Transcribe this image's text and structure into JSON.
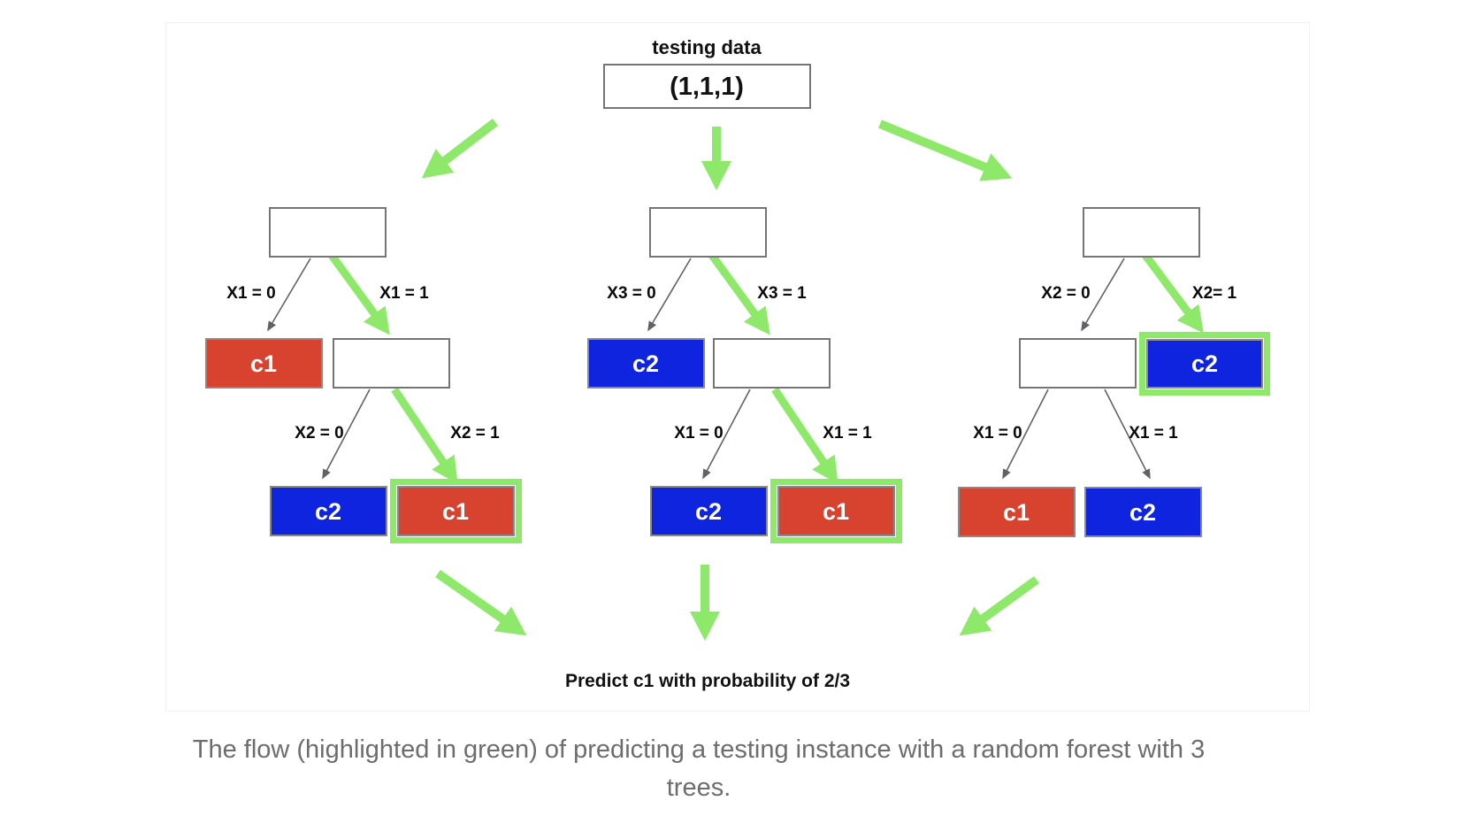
{
  "figure": {
    "testing_data_label": "testing data",
    "testing_data_value": "(1,1,1)",
    "prediction_text": "Predict c1 with probability of 2/3",
    "caption_line1": "The flow (highlighted in green) of predicting a testing instance with a random forest with 3",
    "caption_line2": "trees."
  },
  "colors": {
    "c1": "#d8432f",
    "c2": "#0e24de",
    "highlight": "#8ee869",
    "edge_gray": "#5f6368",
    "box_border": "#757575",
    "caption_text": "#6d6d6d"
  },
  "trees": [
    {
      "level1": {
        "left_label": "X1 = 0",
        "right_label": "X1 = 1"
      },
      "level2": {
        "left_label": "X2 = 0",
        "right_label": "X2 = 1"
      },
      "leaves": {
        "level1_left": "c1",
        "level2_left": "c2",
        "level2_right": "c1"
      }
    },
    {
      "level1": {
        "left_label": "X3 = 0",
        "right_label": "X3 = 1"
      },
      "level2": {
        "left_label": "X1 = 0",
        "right_label": "X1 = 1"
      },
      "leaves": {
        "level1_left": "c2",
        "level2_left": "c2",
        "level2_right": "c1"
      }
    },
    {
      "level1": {
        "left_label": "X2 = 0",
        "right_label": "X2= 1"
      },
      "level2": {
        "left_label": "X1 = 0",
        "right_label": "X1 = 1"
      },
      "leaves": {
        "level1_right": "c2",
        "level2_left": "c1",
        "level2_right": "c2"
      }
    }
  ]
}
